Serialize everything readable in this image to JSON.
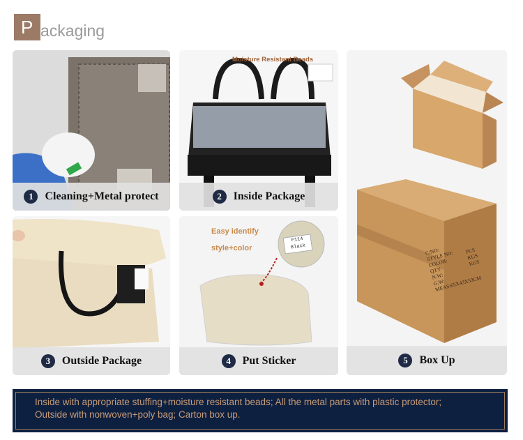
{
  "header": {
    "initial": "P",
    "rest": "ackaging"
  },
  "panels": [
    {
      "number": "1",
      "caption": "Cleaning+Metal protect"
    },
    {
      "number": "2",
      "caption": "Inside Package",
      "overlay": "Moisture Resistant Beads"
    },
    {
      "number": "3",
      "caption": "Outside Package"
    },
    {
      "number": "4",
      "caption": "Put Sticker",
      "overlay_line1": "Easy identify",
      "overlay_line2": "style+color",
      "sticker_line1": "F114",
      "sticker_line2": "Black"
    },
    {
      "number": "5",
      "caption": "Box Up",
      "carton_marks": [
        "C/NO:",
        "STYLE NO:",
        "COLOR:",
        "QTY:",
        "N.W:",
        "G.W:",
        "MEAS:65X43X53CM"
      ],
      "carton_units": [
        "PCS",
        "KGS",
        "KGS"
      ]
    }
  ],
  "footer": {
    "line1": "Inside with appropriate stuffing+moisture resistant beads; All the metal parts with plastic protector;",
    "line2": "Outside with nonwoven+poly bag; Carton box up."
  }
}
